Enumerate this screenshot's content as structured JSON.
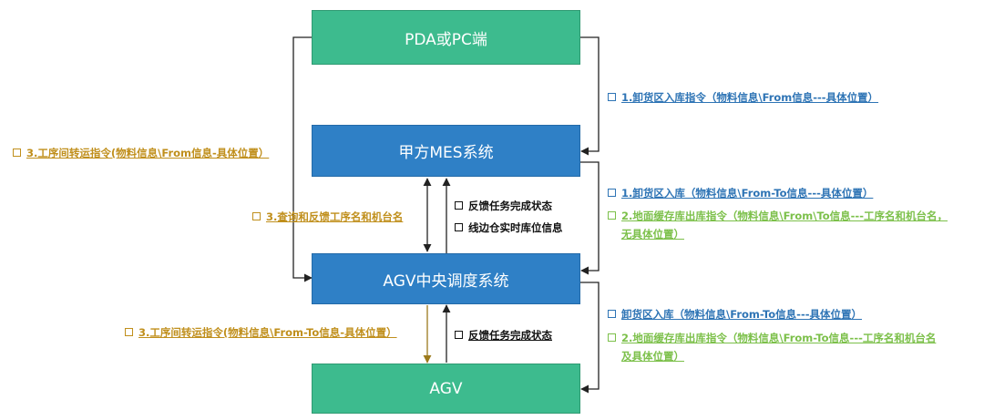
{
  "colors": {
    "green_box": "#3dbb8e",
    "blue_box": "#2f80c6",
    "blue_text": "#2e74b5",
    "gold_text": "#c08f1c",
    "green_text": "#7cc04a"
  },
  "boxes": {
    "pda": "PDA或PC端",
    "mes": "甲方MES系统",
    "agv_sched": "AGV中央调度系统",
    "agv": "AGV"
  },
  "labels": {
    "pda_to_mes": "1.卸货区入库指令（物料信息\\From信息---具体位置）",
    "left_transfer_cmd": "3.工序间转运指令(物料信息\\From信息-具体位置）",
    "mes_to_sched_1": "1.卸货区入库（物料信息\\From-To信息---具体位置）",
    "mes_to_sched_2_line1": "2.地面缓存库出库指令（物料信息\\From\\To信息---工序名和机台名，",
    "mes_to_sched_2_line2": "无具体位置）",
    "query_feedback": "3.查询和反馈工序名和机台名",
    "feedback_status": "反馈任务完成状态",
    "edge_stock": "线边仓实时库位信息",
    "sched_transfer_cmd": "3.工序间转运指令(物料信息\\From-To信息-具体位置）",
    "agv_feedback_status": "反馈任务完成状态",
    "sched_to_agv_1": "卸货区入库（物料信息\\From-To信息---具体位置）",
    "sched_to_agv_2_line1": "2.地面缓存库出库指令（物料信息\\From-To信息---工序名和机台名",
    "sched_to_agv_2_line2": "及具体位置）"
  }
}
